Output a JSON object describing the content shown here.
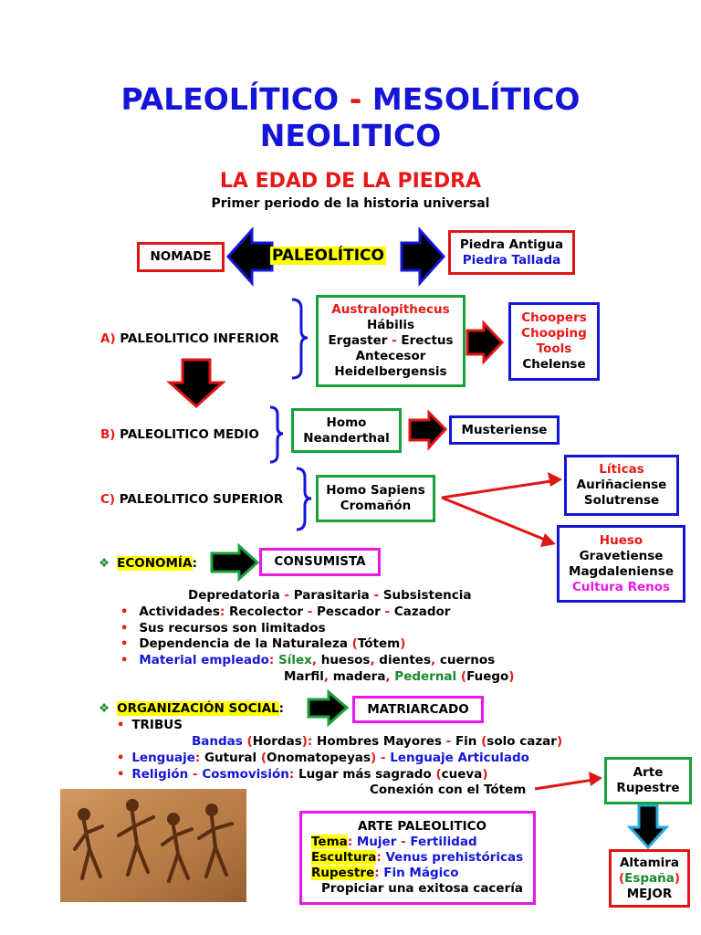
{
  "title": {
    "line1_a": "PALEOLÍTICO",
    "line1_sep": "-",
    "line1_b": "MESOLÍTICO",
    "line2": "NEOLITICO"
  },
  "subtitle": "LA EDAD DE LA PIEDRA",
  "subtitle2": "Primer periodo de la historia universal",
  "top_row": {
    "left_box": "NOMADE",
    "center_label": "PALEOLÍTICO",
    "right_line1": "Piedra Antigua",
    "right_line2": "Piedra Tallada"
  },
  "inferior": {
    "letter": "A)",
    "label": "PALEOLITICO INFERIOR",
    "species": [
      "Australopithecus",
      "Hábilis",
      "Ergaster",
      "-",
      "Erectus",
      "Antecesor",
      "Heidelbergensis"
    ],
    "tools": [
      "Choopers",
      "Chooping",
      "Tools",
      "Chelense"
    ]
  },
  "medio": {
    "letter": "B)",
    "label": "PALEOLITICO MEDIO",
    "species_l1": "Homo",
    "species_l2": "Neanderthal",
    "culture": "Musteriense"
  },
  "superior": {
    "letter": "C)",
    "label": "PALEOLITICO SUPERIOR",
    "species_l1": "Homo Sapiens",
    "species_l2": "Cromañón",
    "liticas": [
      "Líticas",
      "Auriñaciense",
      "Solutrense"
    ],
    "hueso": [
      "Hueso",
      "Gravetiense",
      "Magdaleniense",
      "Cultura Renos"
    ]
  },
  "economia": {
    "bullet": "❖",
    "label": "ECONOMÍA",
    "colon": ":",
    "box": "CONSUMISTA",
    "line1_a": "Depredatoria",
    "line1_b": "Parasitaria",
    "line1_c": "Subsistencia",
    "dash": "-",
    "bullet_dot": "•",
    "act_label": "Actividades",
    "act_colon": ":",
    "act_a": "Recolector",
    "act_b": "Pescador",
    "act_c": "Cazador",
    "recursos": "Sus recursos son limitados",
    "dep_a": "Dependencia de la Naturaleza",
    "dep_open": "(",
    "dep_b": "Tótem",
    "dep_close": ")",
    "mat_label": "Material empleado",
    "mat_colon": ":",
    "mat_silex": "Sílex",
    "comma": ",",
    "mat_huesos": "huesos",
    "mat_dientes": "dientes",
    "mat_cuernos": "cuernos",
    "mat_marfil": "Marfil",
    "mat_madera": "madera",
    "mat_pedernal": "Pedernal",
    "mat_fuego": "Fuego"
  },
  "organizacion": {
    "bullet": "❖",
    "label": "ORGANIZACIÓN SOCIAL",
    "colon": ":",
    "box": "MATRIARCADO",
    "tribus": "TRIBUS",
    "bandas": "Bandas",
    "hordas": "Hordas",
    "hombres": "Hombres Mayores",
    "fin": "Fin",
    "solo_cazar": "solo cazar",
    "lenguaje_label": "Lenguaje",
    "gutural": "Gutural",
    "onomatopeyas": "Onomatopeyas",
    "lenguaje_art": "Lenguaje Articulado",
    "religion_label": "Religión",
    "cosmovision": "Cosmovisión",
    "lugar": "Lugar más sagrado",
    "cueva": "cueva",
    "conexion": "Conexión con el Tótem"
  },
  "arte": {
    "box_l1": "Arte",
    "box_l2": "Rupestre",
    "alt_l1": "Altamira",
    "alt_espana": "España",
    "alt_l3": "MEJOR"
  },
  "arte_paleolitico": {
    "title": "ARTE PALEOLITICO",
    "tema_label": "Tema",
    "tema_a": "Mujer",
    "tema_b": "Fertilidad",
    "escultura_label": "Escultura",
    "escultura_val": "Venus prehistóricas",
    "rupestre_label": "Rupestre",
    "rupestre_val": "Fin Mágico",
    "last": "Propiciar una exitosa cacería"
  },
  "colors": {
    "title_blue": "#1515d8",
    "red": "#e81818",
    "green": "#1a8a2a",
    "magenta": "#e619e6",
    "highlight": "#ffff00"
  }
}
